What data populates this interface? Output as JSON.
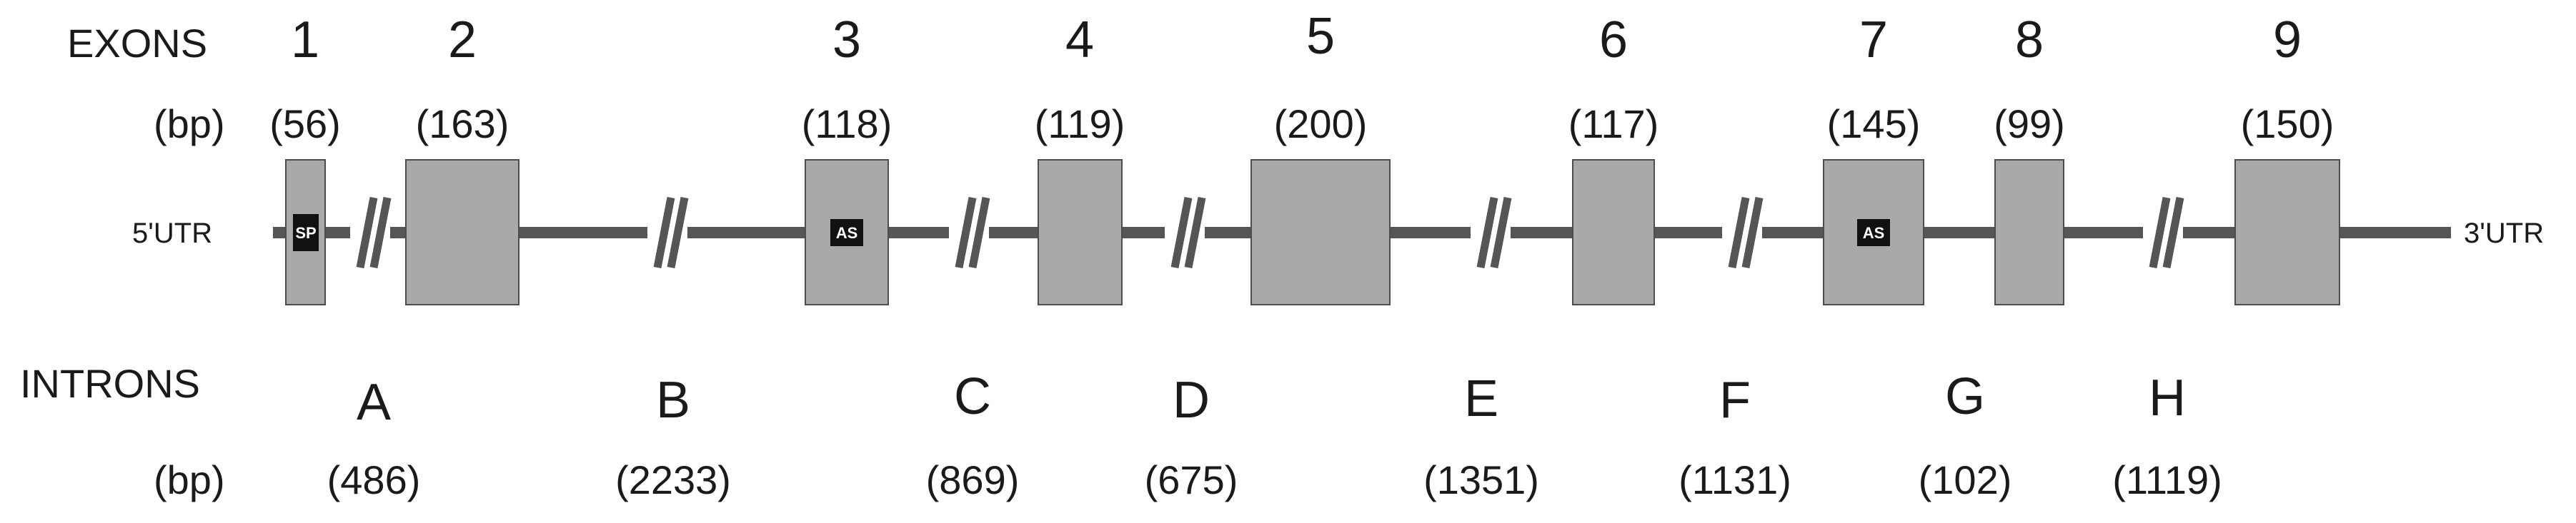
{
  "headers": {
    "exons": "EXONS",
    "introns": "INTRONS",
    "exon_bp": "(bp)",
    "intron_bp": "(bp)"
  },
  "utr": {
    "five_prime": "5'UTR",
    "three_prime": "3'UTR"
  },
  "exons": [
    {
      "number": "1",
      "length": "(56)",
      "tag": "SP"
    },
    {
      "number": "2",
      "length": "(163)",
      "tag": ""
    },
    {
      "number": "3",
      "length": "(118)",
      "tag": "AS"
    },
    {
      "number": "4",
      "length": "(119)",
      "tag": ""
    },
    {
      "number": "5",
      "length": "(200)",
      "tag": ""
    },
    {
      "number": "6",
      "length": "(117)",
      "tag": ""
    },
    {
      "number": "7",
      "length": "(145)",
      "tag": "AS"
    },
    {
      "number": "8",
      "length": "(99)",
      "tag": ""
    },
    {
      "number": "9",
      "length": "(150)",
      "tag": ""
    }
  ],
  "introns": [
    {
      "letter": "A",
      "length": "(486)"
    },
    {
      "letter": "B",
      "length": "(2233)"
    },
    {
      "letter": "C",
      "length": "(869)"
    },
    {
      "letter": "D",
      "length": "(675)"
    },
    {
      "letter": "E",
      "length": "(1351)"
    },
    {
      "letter": "F",
      "length": "(1131)"
    },
    {
      "letter": "G",
      "length": "(102)"
    },
    {
      "letter": "H",
      "length": "(1119)"
    }
  ],
  "colors": {
    "exon_fill": "#a9a9a9",
    "exon_stroke": "#4d4d4d",
    "backbone": "#555555",
    "tag_fill": "#111111"
  }
}
